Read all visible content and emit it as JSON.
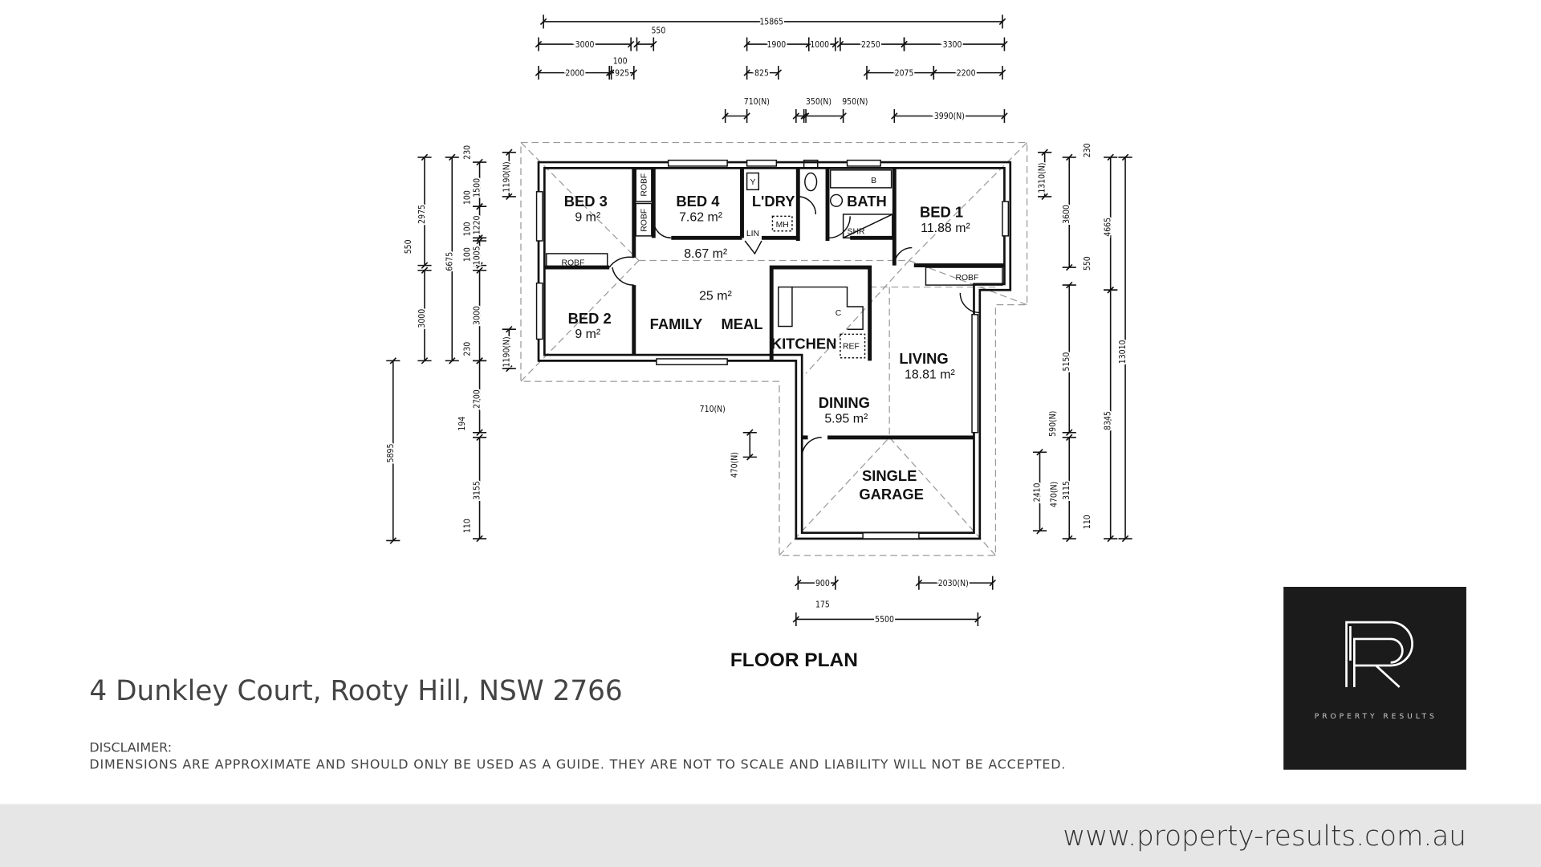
{
  "title": "FLOOR PLAN",
  "address": "4 Dunkley Court, Rooty Hill, NSW 2766",
  "disclaimer": {
    "heading": "DISCLAIMER:",
    "text": "DIMENSIONS ARE APPROXIMATE AND SHOULD ONLY BE USED AS A GUIDE. THEY ARE NOT TO SCALE AND LIABILITY WILL NOT BE ACCEPTED."
  },
  "footer": {
    "url": "www.property-results.com.au"
  },
  "logo": {
    "monogram": "PR",
    "text": "PROPERTY RESULTS"
  },
  "colors": {
    "footer_bg": "#e6e6e6",
    "logo_bg": "#1b1b1b",
    "text": "#444444"
  },
  "rooms": {
    "bed3": {
      "name": "BED 3",
      "area": "9 m²"
    },
    "bed4": {
      "name": "BED 4",
      "area": "7.62 m²"
    },
    "laundry": {
      "name": "L'DRY"
    },
    "bath": {
      "name": "BATH"
    },
    "bed1": {
      "name": "BED 1",
      "area": "11.88 m²"
    },
    "hall": {
      "area": "8.67 m²"
    },
    "family_meal": {
      "area": "25 m²",
      "family": "FAMILY",
      "meal": "MEAL"
    },
    "bed2": {
      "name": "BED 2",
      "area": "9 m²"
    },
    "kitchen": {
      "name": "KITCHEN"
    },
    "living": {
      "name": "LIVING",
      "area": "18.81 m²"
    },
    "dining": {
      "name": "DINING",
      "area": "5.95 m²"
    },
    "garage": {
      "line1": "SINGLE",
      "line2": "GARAGE"
    }
  },
  "fixtures": {
    "robe": "ROBF",
    "dryer": "Y",
    "mh": "MH",
    "linen": "LIN",
    "shower": "SHR",
    "bath": "B",
    "cooktop": "C",
    "fridge": "REF"
  },
  "dimensions": {
    "top": [
      "15865",
      "3000",
      "550",
      "1900",
      "1000",
      "2250",
      "3300",
      "2000",
      "100",
      "925",
      "825",
      "2075",
      "2200",
      "710(N)",
      "350(N)",
      "950(N)",
      "3990(N)"
    ],
    "left": [
      "2975",
      "550",
      "3000",
      "6675",
      "230",
      "1500",
      "100",
      "1220",
      "100",
      "1005",
      "100",
      "3000",
      "230",
      "2700",
      "194",
      "3155",
      "110",
      "5895",
      "1190(N)",
      "1190(N)"
    ],
    "right": [
      "1310(N)",
      "230",
      "3600",
      "550",
      "5150",
      "3115",
      "110",
      "590(N)",
      "2410",
      "470(N)",
      "4665",
      "8345",
      "13010"
    ],
    "bottom": [
      "900",
      "175",
      "2030(N)",
      "5500",
      "710(N)",
      "470(N)"
    ]
  }
}
